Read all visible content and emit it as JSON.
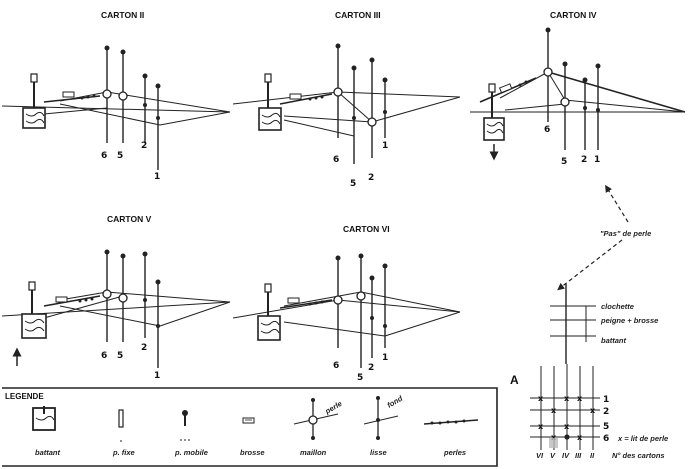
{
  "panels": [
    {
      "title": "CARTON II",
      "labels": [
        "6",
        "5",
        "2",
        "1"
      ]
    },
    {
      "title": "CARTON III",
      "labels": [
        "6",
        "5",
        "2",
        "1"
      ]
    },
    {
      "title": "CARTON IV",
      "labels": [
        "6",
        "5",
        "2",
        "1"
      ]
    },
    {
      "title": "CARTON V",
      "labels": [
        "6",
        "5",
        "2",
        "1"
      ]
    },
    {
      "title": "CARTON VI",
      "labels": [
        "6",
        "5",
        "2",
        "1"
      ]
    }
  ],
  "step_note": "\"Pas\" de perle",
  "schema": {
    "letter": "A",
    "top_labels": [
      "clochette",
      "peigne + brosse",
      "battant"
    ],
    "row_numbers": [
      "1",
      "2",
      "5",
      "6"
    ],
    "columns": [
      "VI",
      "V",
      "IV",
      "III",
      "II"
    ],
    "x_note": "x = lit de perle",
    "cartons_note": "N° des cartons"
  },
  "legend": {
    "heading": "LEGENDE",
    "items": [
      "battant",
      "p. fixe",
      "p. mobile",
      "brosse",
      "maillon",
      "lisse",
      "perles"
    ],
    "maillon_tag": "perle",
    "lisse_tag": "fond"
  }
}
